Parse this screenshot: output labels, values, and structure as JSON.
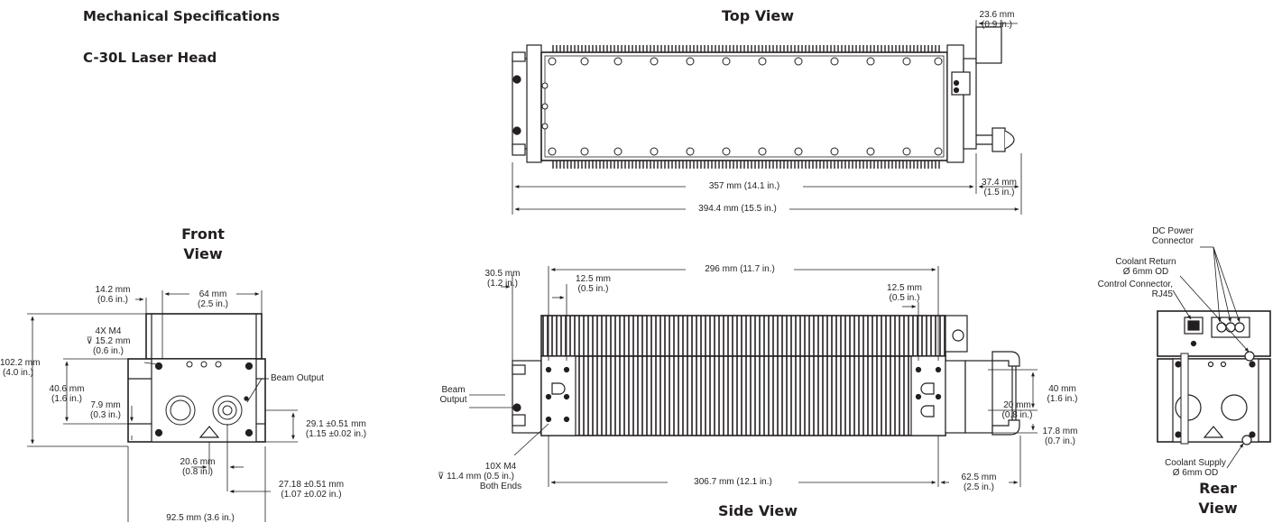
{
  "headings": {
    "main": "Mechanical Specifications",
    "sub": "C-30L Laser Head"
  },
  "views": {
    "top": {
      "title": "Top View",
      "dims": {
        "pipe_offset_mm": "23.6 mm",
        "pipe_offset_in": "(0.9 in.)",
        "body_len": "357 mm (14.1 in.)",
        "fitting_mm": "37.4 mm",
        "fitting_in": "(1.5 in.)",
        "total_len": "394.4 mm (15.5 in.)"
      }
    },
    "front": {
      "title_l1": "Front",
      "title_l2": "View",
      "dims": {
        "d14_mm": "14.2 mm",
        "d14_in": "(0.6 in.)",
        "d64_mm": "64 mm",
        "d64_in": "(2.5 in.)",
        "m4_l1": "4X M4",
        "m4_l2": "⊽ 15.2 mm",
        "m4_l3": "(0.6 in.)",
        "d102_mm": "102.2 mm",
        "d102_in": "(4.0 in.)",
        "d40_mm": "40.6 mm",
        "d40_in": "(1.6 in.)",
        "d79_mm": "7.9 mm",
        "d79_in": "(0.3 in.)",
        "beam": "Beam Output",
        "d29_mm": "29.1 ±0.51 mm",
        "d29_in": "(1.15 ±0.02 in.)",
        "d20_mm": "20.6 mm",
        "d20_in": "(0.8 in.)",
        "d27_mm": "27.18 ±0.51 mm",
        "d27_in": "(1.07 ±0.02 in.)",
        "d92": "92.5 mm (3.6 in.)"
      }
    },
    "side": {
      "title": "Side View",
      "dims": {
        "d30_mm": "30.5 mm",
        "d30_in": "(1.2 in.)",
        "d125a_mm": "12.5 mm",
        "d125a_in": "(0.5 in.)",
        "d296": "296 mm (11.7 in.)",
        "d125b_mm": "12.5 mm",
        "d125b_in": "(0.5 in.)",
        "beam_l1": "Beam",
        "beam_l2": "Output",
        "d40_mm": "40 mm",
        "d40_in": "(1.6 in.)",
        "d20_mm": "20 mm",
        "d20_in": "(0.8 in.)",
        "d178_mm": "17.8 mm",
        "d178_in": "(0.7 in.)",
        "m4_l1": "10X M4",
        "m4_l2": "⊽ 11.4 mm (0.5 in.)",
        "m4_l3": "Both Ends",
        "d306": "306.7 mm (12.1 in.)",
        "d625_mm": "62.5 mm",
        "d625_in": "(2.5 in.)"
      }
    },
    "rear": {
      "title_l1": "Rear",
      "title_l2": "View",
      "labels": {
        "dc_l1": "DC Power",
        "dc_l2": "Connector",
        "cr_l1": "Coolant Return",
        "cr_l2": "Ø 6mm OD",
        "cc_l1": "Control Connector,",
        "cc_l2": "RJ45",
        "cs_l1": "Coolant Supply",
        "cs_l2": "Ø 6mm OD"
      }
    }
  }
}
